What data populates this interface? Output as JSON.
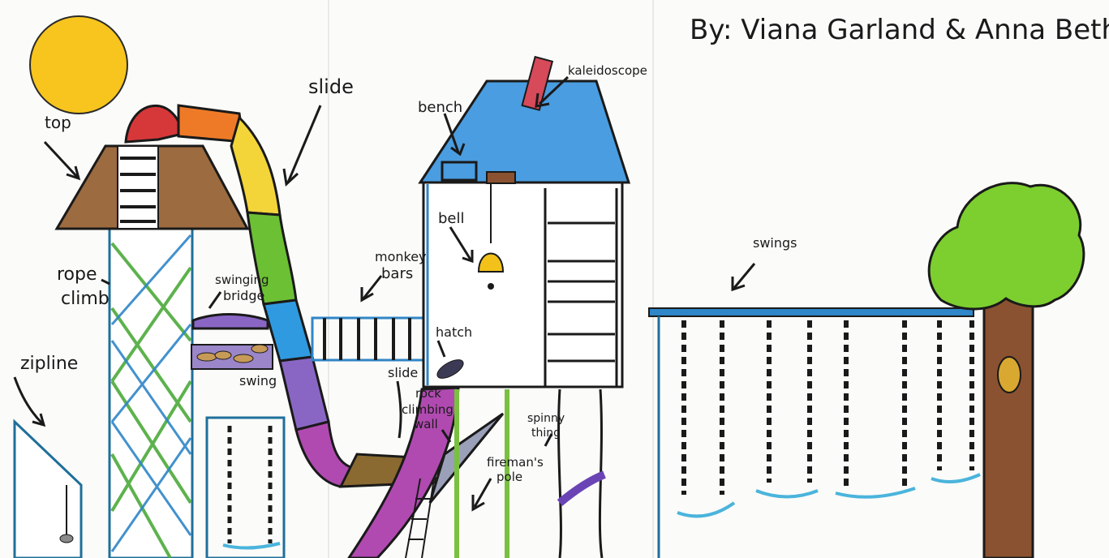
{
  "credit": "By: Viana Garland & Anna Beth Padgett",
  "labels": {
    "top": "top",
    "rope_climb_1": "rope",
    "rope_climb_2": "climb",
    "zipline": "zipline",
    "swinging_bridge_1": "swinging",
    "swinging_bridge_2": "bridge",
    "swing": "swing",
    "slide_main": "slide",
    "monkey_bars_1": "monkey",
    "monkey_bars_2": "bars",
    "bench": "bench",
    "kaleidoscope": "kaleidoscope",
    "bell": "bell",
    "hatch": "hatch",
    "slide_small": "slide",
    "rock_climbing_wall_1": "rock",
    "rock_climbing_wall_2": "climbing",
    "rock_climbing_wall_3": "wall",
    "spinny_thing_1": "spinny",
    "spinny_thing_2": "thing",
    "firemans_pole_1": "fireman's",
    "firemans_pole_2": "pole",
    "swings": "swings"
  },
  "colors": {
    "sun": "#f7c51d",
    "roof_brown": "#9c6b3f",
    "house_roof_blue": "#4a9de0",
    "tree_green": "#7ccf2e",
    "trunk_brown": "#8a5230",
    "frame_blue": "#1f6f9a",
    "rope_green": "#4caa3a",
    "rope_blue": "#2f86c8",
    "bell_yellow": "#f2c21a",
    "purple": "#8a66c4",
    "magenta": "#b04ab0",
    "swing_seat": "#4ab4dc"
  }
}
